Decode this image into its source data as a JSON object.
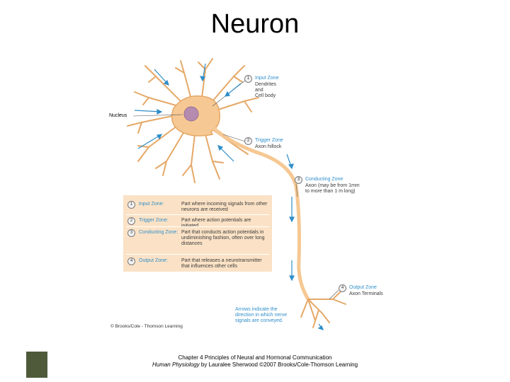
{
  "title": "Neuron",
  "nucleus_label": "Nucleus",
  "callouts": [
    {
      "num": "1",
      "name": "Input Zone",
      "lines": [
        "Dendrites",
        "and",
        "Cell body"
      ]
    },
    {
      "num": "2",
      "name": "Trigger Zone",
      "lines": [
        "Axon hillock"
      ]
    },
    {
      "num": "3",
      "name": "Conducting Zone",
      "lines": [
        "Axon (may be from 1mm",
        "to more than 1 m long)"
      ]
    },
    {
      "num": "4",
      "name": "Output Zone",
      "lines": [
        "Axon Terminals"
      ]
    }
  ],
  "zone_table": [
    {
      "num": "1",
      "name": "Input Zone:",
      "desc": "Part where incoming signals from other neurons are received"
    },
    {
      "num": "2",
      "name": "Trigger Zone:",
      "desc": "Part where action potentials are initiated"
    },
    {
      "num": "3",
      "name": "Conducting Zone:",
      "desc": "Part that conducts action potentials in undiminishing fashion, often over long distances"
    },
    {
      "num": "4",
      "name": "Output Zone:",
      "desc": "Part that releases a neurotransmitter that influences other cells"
    }
  ],
  "arrows_note": [
    "Arrows indicate the",
    "direction in which nerve",
    "signals are conveyed."
  ],
  "copyright": "© Brooks/Cole - Thomson Learning",
  "footer": {
    "line1": "Chapter 4 Principles of Neural and Hormonal Communication",
    "book": "Human Physiology",
    "line2_rest": " by Lauralee Sherwood ©2007 Brooks/Cole-Thomson Learning"
  },
  "colors": {
    "neuron": "#f6c893",
    "neuron_stroke": "#e6a867",
    "nucleus": "#b58bb0",
    "arrow": "#2f8ec9",
    "table_bg": "#fbe2c6"
  }
}
